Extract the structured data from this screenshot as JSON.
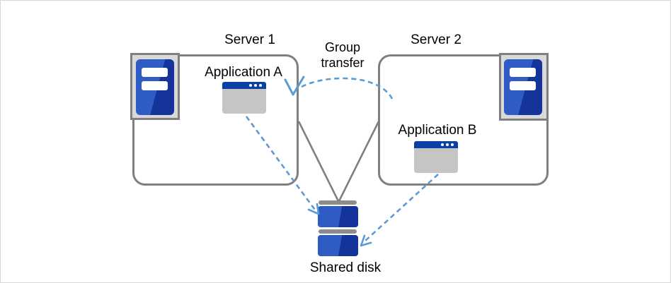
{
  "diagram": {
    "servers": [
      {
        "id": "server1",
        "label": "Server 1",
        "app": {
          "label": "Application A"
        }
      },
      {
        "id": "server2",
        "label": "Server 2",
        "app": {
          "label": "Application B"
        }
      }
    ],
    "shared_disk": {
      "label": "Shared disk"
    },
    "connections": [
      {
        "from": "Application A",
        "to": "Shared disk",
        "style": "dashed-arrow"
      },
      {
        "from": "Application B",
        "to": "Shared disk",
        "style": "dashed-arrow"
      },
      {
        "from": "Server 1",
        "to": "Shared disk",
        "style": "solid-line"
      },
      {
        "from": "Server 2",
        "to": "Shared disk",
        "style": "solid-line"
      },
      {
        "from": "Server 2",
        "to": "Server 1",
        "label": "Group transfer",
        "style": "dashed-arc-arrow"
      }
    ],
    "icons": {
      "server-tower-icon": "gray framed blue tower with two white drive slots",
      "app-window-icon": "window with blue titlebar and three white dots",
      "shared-disk-icon": "two stacked blue platters with gray caps"
    },
    "colors": {
      "background": "#FFFFFF",
      "box_border_gray": "#7F7F7F",
      "connector_gray": "#7F7F7F",
      "connector_blue": "#5B9BD5",
      "icon_blue_light": "#2E5BC4",
      "icon_blue_dark": "#14349C",
      "titlebar_blue": "#0B41A5",
      "window_body_gray": "#C5C5C5",
      "frame_fill_gray": "#D9D9D9",
      "disk_cap_gray": "#8C8C8C",
      "text": "#000000"
    }
  }
}
